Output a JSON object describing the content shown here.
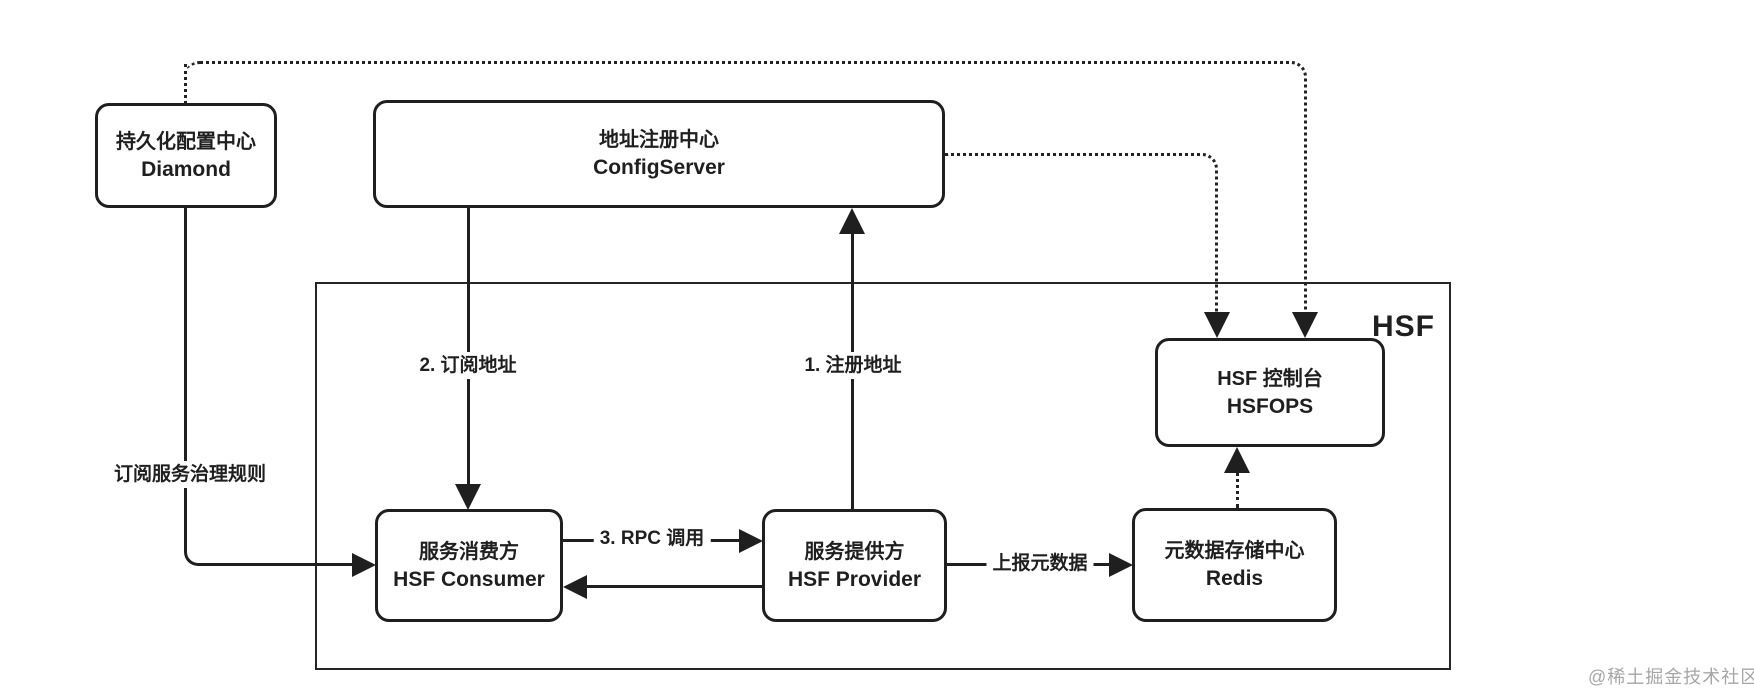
{
  "diagram": {
    "title_implicit": "HSF architecture diagram",
    "container_label": "HSF",
    "nodes": {
      "diamond": {
        "line1": "持久化配置中心",
        "line2": "Diamond"
      },
      "configserver": {
        "line1": "地址注册中心",
        "line2": "ConfigServer"
      },
      "hsfops": {
        "line1": "HSF 控制台",
        "line2": "HSFOPS"
      },
      "consumer": {
        "line1": "服务消费方",
        "line2": "HSF Consumer"
      },
      "provider": {
        "line1": "服务提供方",
        "line2": "HSF Provider"
      },
      "redis": {
        "line1": "元数据存储中心",
        "line2": "Redis"
      }
    },
    "edges": [
      {
        "from": "provider",
        "to": "configserver",
        "label": "1. 注册地址",
        "style": "solid",
        "direction": "up"
      },
      {
        "from": "configserver",
        "to": "consumer",
        "label": "2. 订阅地址",
        "style": "solid",
        "direction": "down"
      },
      {
        "from": "consumer",
        "to": "provider",
        "label": "3. RPC 调用",
        "style": "solid",
        "direction": "right"
      },
      {
        "from": "provider",
        "to": "consumer",
        "label": "",
        "style": "solid",
        "direction": "left"
      },
      {
        "from": "diamond",
        "to": "consumer",
        "label": "订阅服务治理规则",
        "style": "solid",
        "direction": "right"
      },
      {
        "from": "provider",
        "to": "redis",
        "label": "上报元数据",
        "style": "solid",
        "direction": "right"
      },
      {
        "from": "redis",
        "to": "hsfops",
        "label": "",
        "style": "dotted",
        "direction": "up"
      },
      {
        "from": "configserver",
        "to": "hsfops",
        "label": "",
        "style": "dotted",
        "direction": "down"
      },
      {
        "from": "diamond",
        "to": "hsfops",
        "label": "",
        "style": "dotted",
        "direction": "down"
      }
    ],
    "colors": {
      "line": "#1f1f1f",
      "background": "#ffffff",
      "watermark": "#a6a6a6"
    }
  },
  "watermark": "@稀土掘金技术社区"
}
